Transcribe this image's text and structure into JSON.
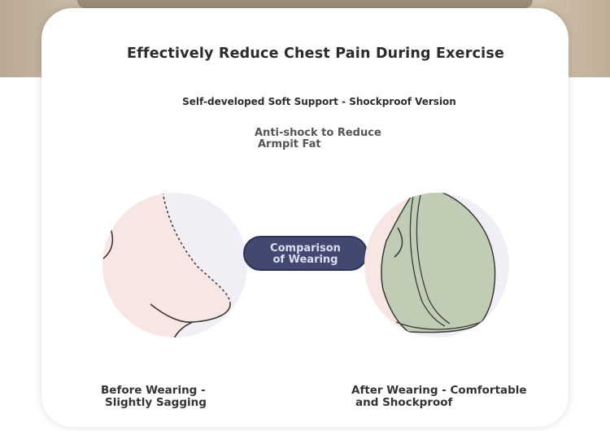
{
  "header": {
    "title": "Effectively Reduce Chest Pain During Exercise",
    "subtitle": "Self-developed Soft Support - Shockproof Version"
  },
  "feature": {
    "line1": "Anti-shock to Reduce",
    "line2": "Armpit Fat"
  },
  "comparison": {
    "line1": "Comparison",
    "line2": "of Wearing"
  },
  "before": {
    "line1": "Before Wearing -",
    "line2": "Slightly Sagging"
  },
  "after": {
    "line1": "After Wearing - Comfortable",
    "line2": "and Shockproof"
  },
  "colors": {
    "badge": "#434870",
    "skin": "#f7e6e4",
    "bra": "#c1ccb5",
    "background": "#f1eff5"
  }
}
